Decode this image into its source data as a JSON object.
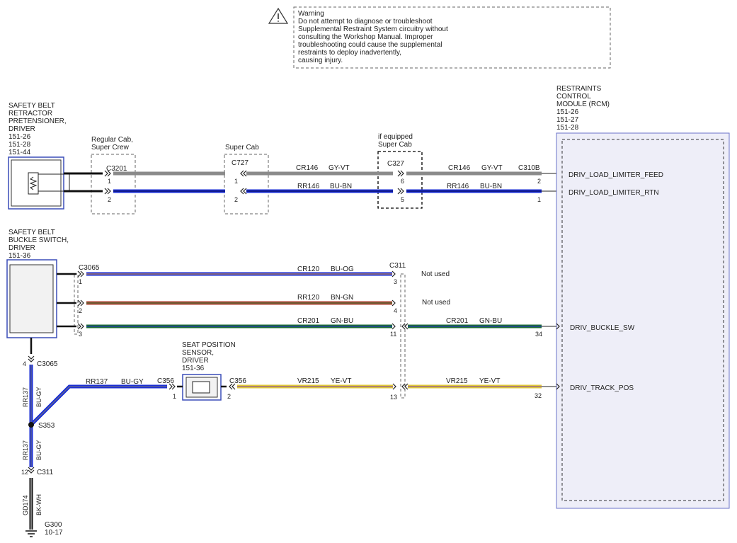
{
  "warning": {
    "icon": "warning-triangle-icon",
    "lines": [
      "Warning",
      "Do not attempt to diagnose or troubleshoot",
      "Supplemental Restraint System circuitry without",
      "consulting the Workshop Manual. Improper",
      "troubleshooting could cause the supplemental",
      "restraints to deploy inadvertently,",
      "causing injury."
    ]
  },
  "components": {
    "pretensioner": [
      "SAFETY BELT",
      "RETRACTOR",
      "PRETENSIONER,",
      "DRIVER",
      "151-26",
      "151-28",
      "151-44"
    ],
    "buckle": [
      "SAFETY BELT",
      "BUCKLE SWITCH,",
      "DRIVER",
      "151-36"
    ],
    "seat_sensor": [
      "SEAT POSITION",
      "SENSOR,",
      "DRIVER",
      "151-36"
    ],
    "rcm": [
      "RESTRAINTS",
      "CONTROL",
      "MODULE (RCM)",
      "151-26",
      "151-27",
      "151-28"
    ]
  },
  "connectors": {
    "c3201": "C3201",
    "c727": "C727",
    "c327": "C327",
    "c310b": "C310B",
    "c3065_top": "C3065",
    "c311_top": "C311",
    "c3065_side": "C3065",
    "c356_left": "C356",
    "c356_right": "C356",
    "c311_bottom": "C311"
  },
  "option_labels": {
    "regular_cab": [
      "Regular Cab,",
      "Super Crew"
    ],
    "super_cab": "Super Cab",
    "if_equipped": [
      "if equipped",
      "Super Cab"
    ]
  },
  "pins": {
    "c3201_1": "1",
    "c3201_2": "2",
    "c727_1": "1",
    "c727_2": "2",
    "c327_6": "6",
    "c327_5": "5",
    "rcm_2": "2",
    "rcm_1": "1",
    "c3065_1": "1",
    "c3065_2": "2",
    "c3065_3": "3",
    "c311_3": "3",
    "c311_4": "4",
    "c311_11": "11",
    "c311_13": "13",
    "rcm_34": "34",
    "rcm_32": "32",
    "c3065_4": "4",
    "c356_1": "1",
    "c356_2": "2",
    "c311_12": "12"
  },
  "wires": {
    "w1": {
      "circuit": "CR146",
      "color_code": "GY-VT",
      "color": "#8a8a8a"
    },
    "w1b": {
      "circuit": "CR146",
      "color_code": "GY-VT"
    },
    "w2": {
      "circuit": "RR146",
      "color_code": "BU-BN",
      "color": "#1b2fd6"
    },
    "w2b": {
      "circuit": "RR146",
      "color_code": "BU-BN"
    },
    "w3": {
      "circuit": "CR120",
      "color_code": "BU-OG",
      "color": "#1b2fd6"
    },
    "w4": {
      "circuit": "RR120",
      "color_code": "BN-GN",
      "color": "#b04a3a"
    },
    "w5": {
      "circuit": "CR201",
      "color_code": "GN-BU",
      "color": "#1f6b33"
    },
    "w5b": {
      "circuit": "CR201",
      "color_code": "GN-BU"
    },
    "w6": {
      "circuit": "RR137",
      "color_code": "BU-GY",
      "color": "#1b2fd6"
    },
    "w7": {
      "circuit": "VR215",
      "color_code": "YE-VT",
      "color": "#e0c93a"
    },
    "w7b": {
      "circuit": "VR215",
      "color_code": "YE-VT"
    },
    "wv1": {
      "circuit": "RR137",
      "color_code": "BU-GY"
    },
    "wv2": {
      "circuit": "RR137",
      "color_code": "BU-GY"
    },
    "wv3": {
      "circuit": "GD174",
      "color_code": "BK-WH",
      "color": "#111111"
    }
  },
  "not_used": [
    "Not used",
    "Not used"
  ],
  "signals": {
    "feed": "DRIV_LOAD_LIMITER_FEED",
    "rtn": "DRIV_LOAD_LIMITER_RTN",
    "buckle": "DRIV_BUCKLE_SW",
    "track": "DRIV_TRACK_POS"
  },
  "splice": "S353",
  "ground": {
    "id": "G300",
    "ref": "10-17"
  }
}
